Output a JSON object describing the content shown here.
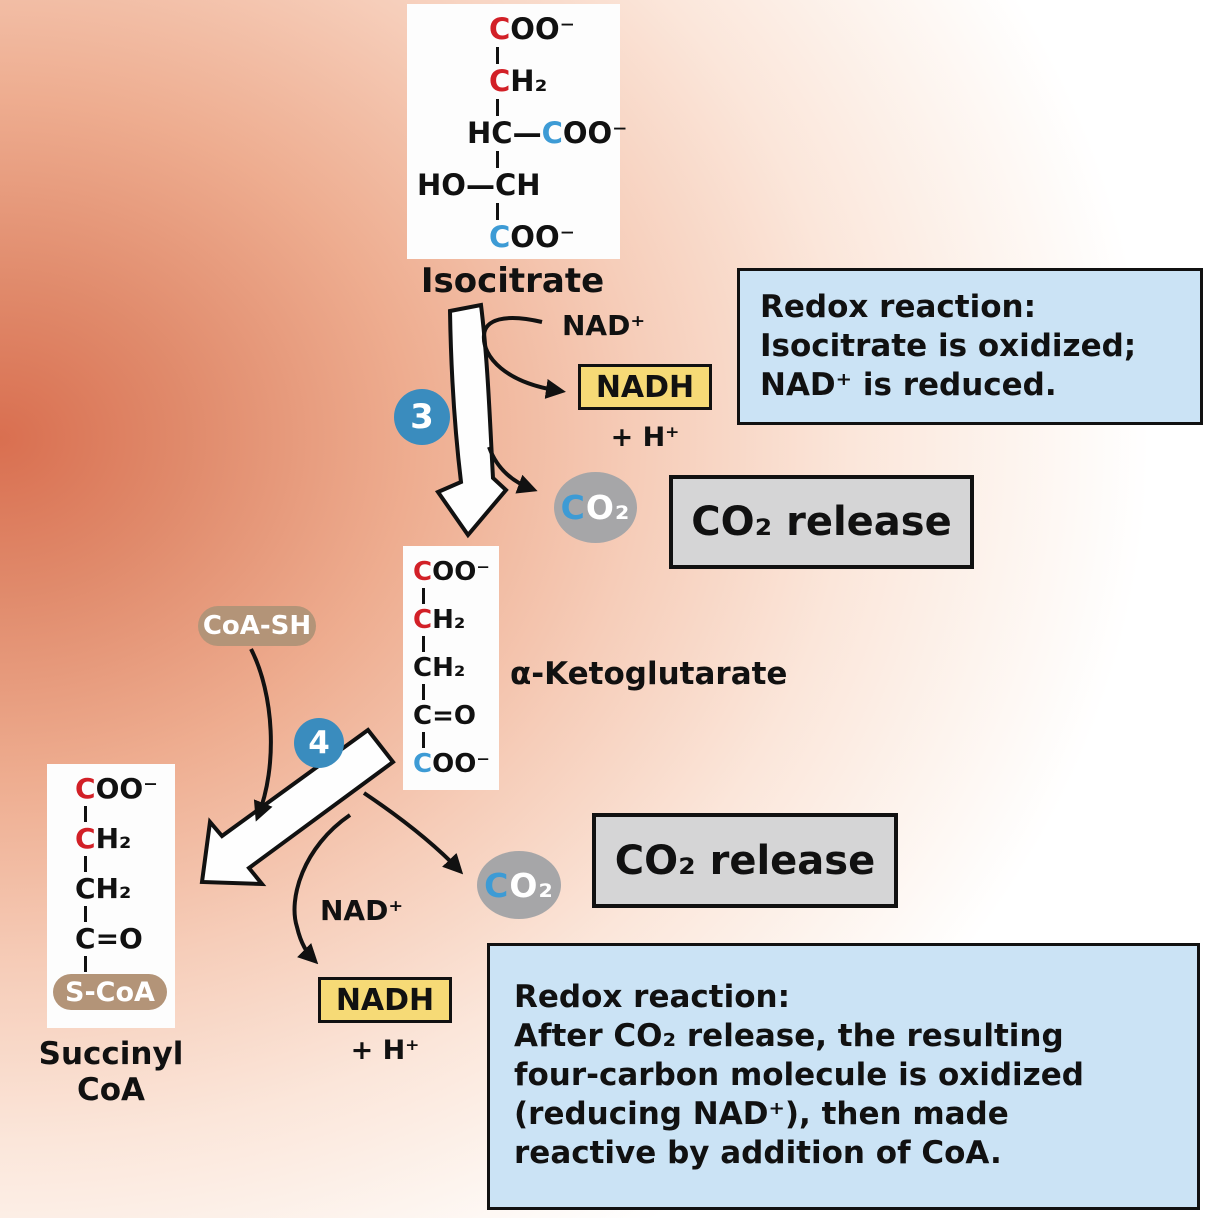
{
  "molecule_labels": {
    "isocitrate": "Isocitrate",
    "alpha_ketoglutarate": "α-Ketoglutarate",
    "succinyl_coa_line1": "Succinyl",
    "succinyl_coa_line2": "CoA"
  },
  "step3": {
    "badge": "3",
    "nad_plus": "NAD⁺",
    "nadh": "NADH",
    "h_plus": "+ H⁺",
    "co2": {
      "c": "C",
      "o2": "O₂"
    },
    "co2_release": "CO₂ release",
    "redox_note_lines": [
      "Redox reaction:",
      "Isocitrate is oxidized;",
      "NAD⁺ is reduced."
    ]
  },
  "step4": {
    "badge": "4",
    "coa_sh": "CoA-SH",
    "nad_plus": "NAD⁺",
    "nadh": "NADH",
    "h_plus": "+ H⁺",
    "co2": {
      "c": "C",
      "o2": "O₂"
    },
    "co2_release": "CO₂ release",
    "redox_note_lines": [
      "Redox reaction:",
      "After CO₂ release, the resulting",
      "four-carbon molecule is oxidized",
      "(reducing NAD⁺), then made",
      "reactive by addition of CoA."
    ]
  },
  "molecules": {
    "isocitrate": {
      "rows": [
        {
          "kind": "c",
          "segs": [
            {
              "t": "C",
              "c": "red"
            },
            {
              "t": "OO⁻"
            }
          ]
        },
        {
          "kind": "bond"
        },
        {
          "kind": "c",
          "segs": [
            {
              "t": "C",
              "c": "red"
            },
            {
              "t": "H₂"
            }
          ]
        },
        {
          "kind": "bond"
        },
        {
          "kind": "hc",
          "segs": [
            {
              "t": "HC"
            },
            {
              "t": "—"
            },
            {
              "t": "C",
              "c": "blue"
            },
            {
              "t": "OO⁻"
            }
          ]
        },
        {
          "kind": "bond"
        },
        {
          "kind": "ho",
          "segs": [
            {
              "t": "HO"
            },
            {
              "t": "—"
            },
            {
              "t": "CH"
            }
          ]
        },
        {
          "kind": "bond"
        },
        {
          "kind": "c",
          "segs": [
            {
              "t": "C",
              "c": "blue"
            },
            {
              "t": "OO⁻"
            }
          ]
        }
      ]
    },
    "alpha_ketoglutarate": {
      "rows": [
        {
          "kind": "c",
          "segs": [
            {
              "t": "C",
              "c": "red"
            },
            {
              "t": "OO⁻"
            }
          ]
        },
        {
          "kind": "bond"
        },
        {
          "kind": "c",
          "segs": [
            {
              "t": "C",
              "c": "red"
            },
            {
              "t": "H₂"
            }
          ]
        },
        {
          "kind": "bond"
        },
        {
          "kind": "c",
          "segs": [
            {
              "t": "CH₂"
            }
          ]
        },
        {
          "kind": "bond"
        },
        {
          "kind": "c",
          "segs": [
            {
              "t": "C"
            },
            {
              "t": "="
            },
            {
              "t": "O"
            }
          ]
        },
        {
          "kind": "bond"
        },
        {
          "kind": "c",
          "segs": [
            {
              "t": "C",
              "c": "blue"
            },
            {
              "t": "OO⁻"
            }
          ]
        }
      ]
    },
    "succinyl_coa": {
      "rows": [
        {
          "kind": "c",
          "segs": [
            {
              "t": "C",
              "c": "red"
            },
            {
              "t": "OO⁻"
            }
          ]
        },
        {
          "kind": "bond"
        },
        {
          "kind": "c",
          "segs": [
            {
              "t": "C",
              "c": "red"
            },
            {
              "t": "H₂"
            }
          ]
        },
        {
          "kind": "bond"
        },
        {
          "kind": "c",
          "segs": [
            {
              "t": "CH₂"
            }
          ]
        },
        {
          "kind": "bond"
        },
        {
          "kind": "c",
          "segs": [
            {
              "t": "C"
            },
            {
              "t": "="
            },
            {
              "t": "O"
            }
          ]
        },
        {
          "kind": "bond"
        },
        {
          "kind": "pill",
          "segs": [
            {
              "t": "S-CoA"
            }
          ]
        }
      ]
    }
  },
  "colors": {
    "nadh_box": "#f6da76",
    "note_box": "#cbe3f5",
    "release_box": "#d5d5d6",
    "co2_circle": "#a6a6a8",
    "step_badge": "#3a8cbe",
    "coa_pill": "#b39478",
    "carbon_red": "#d22027",
    "carbon_blue": "#3d9bd5",
    "background_deep": "#d96f50"
  }
}
